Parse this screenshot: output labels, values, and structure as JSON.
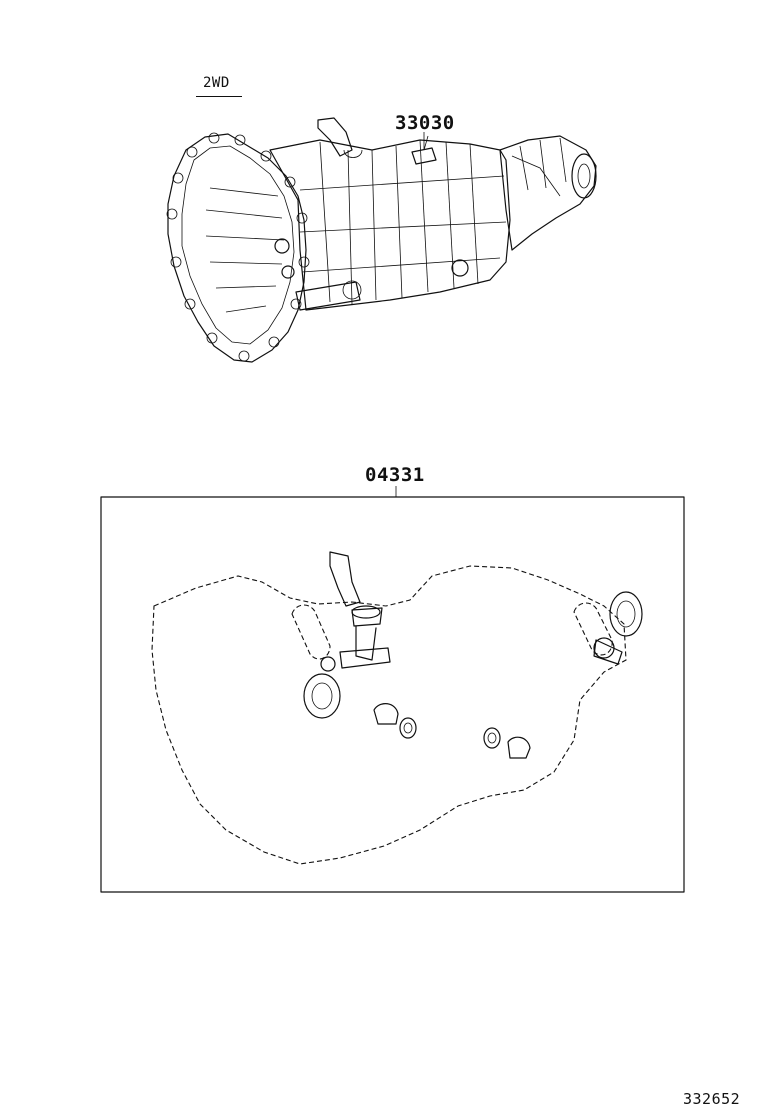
{
  "variant_label": "2WD",
  "parts": {
    "transmission_assembly": {
      "number": "33030"
    },
    "gasket_kit": {
      "number": "04331"
    }
  },
  "illustration_id": "332652",
  "colors": {
    "ink": "#111111",
    "background": "#ffffff"
  }
}
